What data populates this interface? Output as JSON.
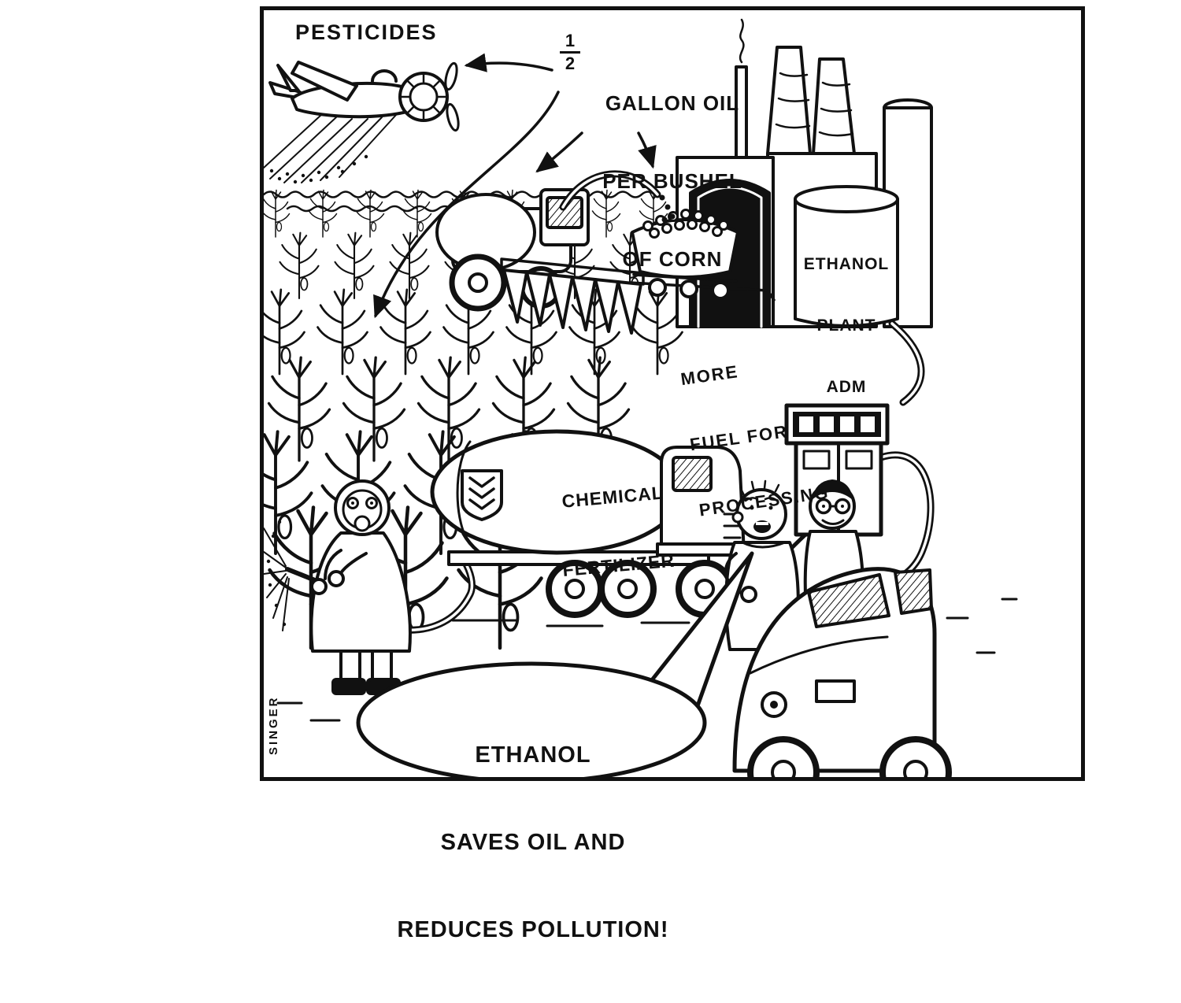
{
  "page": {
    "paper_color": "#ffffff",
    "ink_color": "#111111"
  },
  "cartoon": {
    "signature": "SINGER",
    "pesticides_label": "PESTICIDES",
    "oil_note": {
      "fraction_numerator": "1",
      "fraction_denominator": "2",
      "line1": "GALLON OIL",
      "line2": "PER BUSHEL",
      "line3": "OF CORN"
    },
    "plant_sign": {
      "line1": "ETHANOL",
      "line2": "PLANT",
      "line3": "ADM"
    },
    "fuel_note": {
      "line1": "MORE",
      "line2": "FUEL FOR",
      "line3": "PROCESSING"
    },
    "truck_label": {
      "line1": "CHEMICAL",
      "line2": "FERTILIZER"
    },
    "speech_bubble": {
      "line1": "ETHANOL",
      "line2": "SAVES OIL AND",
      "line3": "REDUCES POLLUTION!"
    }
  }
}
